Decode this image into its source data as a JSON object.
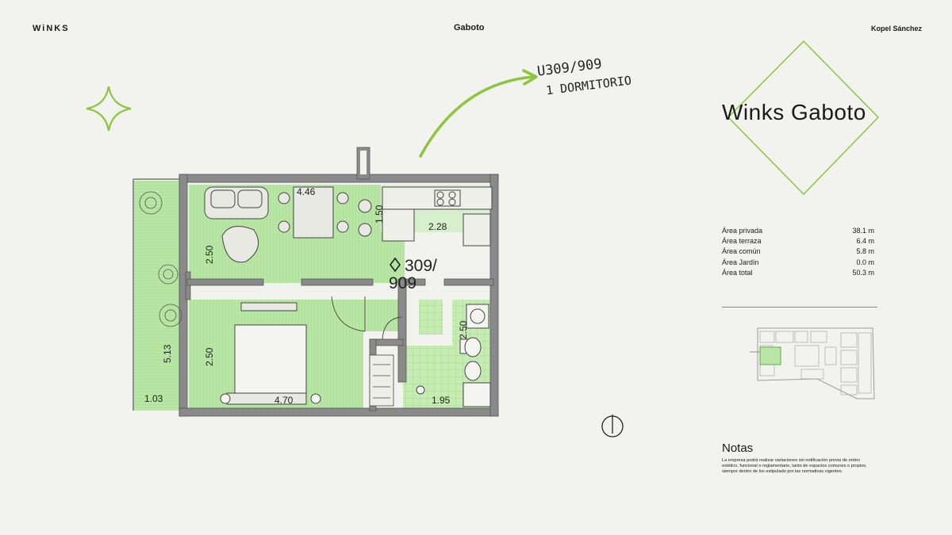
{
  "header": {
    "brand_left": "WiNKS",
    "brand_center": "Gaboto",
    "brand_right": "Kopel Sánchez"
  },
  "project": {
    "title": "Winks Gaboto"
  },
  "annotation": {
    "line1": "U309/909",
    "line2": "1 DORMITORIO"
  },
  "areas": [
    {
      "label": "Área privada",
      "value": "38.1 m"
    },
    {
      "label": "Área terraza",
      "value": "6.4 m"
    },
    {
      "label": "Área común",
      "value": "5.8 m"
    },
    {
      "label": "Área Jardín",
      "value": "0.0 m"
    },
    {
      "label": "Área total",
      "value": "50.3 m"
    }
  ],
  "plan": {
    "unit_label_line1": "309/",
    "unit_label_line2": "909",
    "dims": {
      "living_width": "4.46",
      "living_depth": "2.50",
      "hall": "1.50",
      "kitchen": "2.28",
      "bedroom_width": "4.70",
      "bedroom_depth": "2.50",
      "bath_depth": "2.50",
      "bath_width": "1.95",
      "terrace_depth": "5.13",
      "terrace_width": "1.03"
    }
  },
  "notes": {
    "title": "Notas",
    "text": "La empresa podrá realizar variaciones sin notificación previa de orden estético, funcional o reglamentario, tanto de espacios comunes o propios, siempre dentro de los estipulado por las normativas vigentes."
  },
  "colors": {
    "accent_green": "#8cc63f",
    "floor_green": "#b9e6a6",
    "wall": "#7a7a7a"
  }
}
